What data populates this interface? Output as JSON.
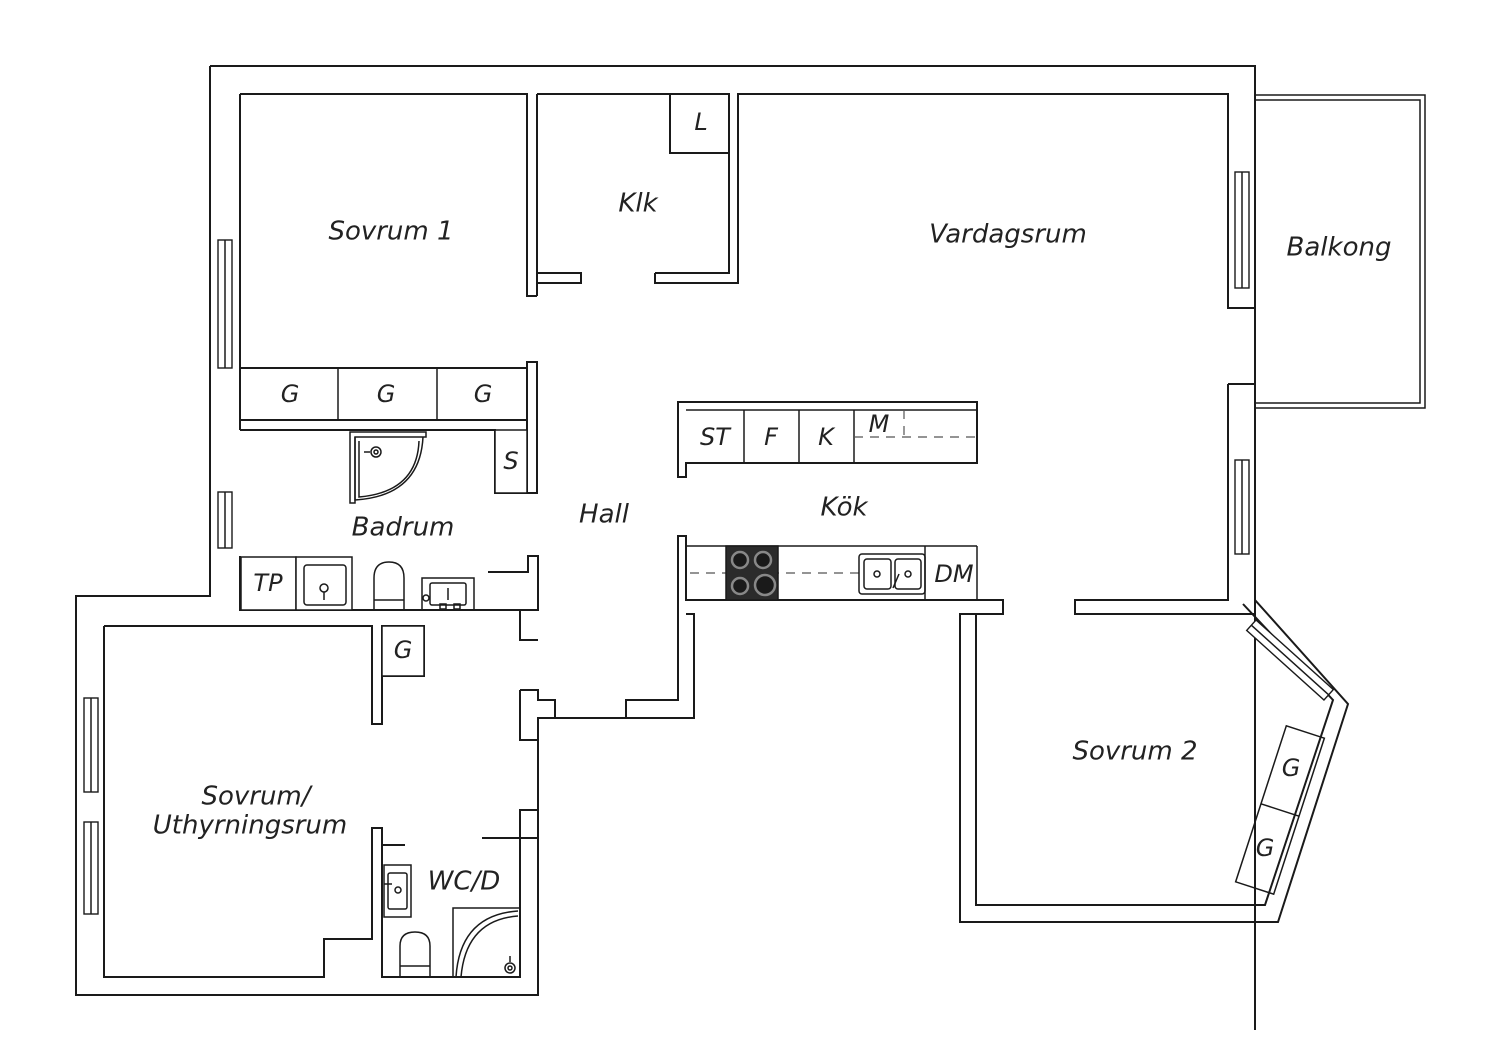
{
  "rooms": {
    "sovrum1": "Sovrum 1",
    "klk": "Klk",
    "vardagsrum": "Vardagsrum",
    "balkong": "Balkong",
    "badrum": "Badrum",
    "hall": "Hall",
    "kok": "Kök",
    "sovrum2": "Sovrum 2",
    "sovrum_uthyrning_line1": "Sovrum/",
    "sovrum_uthyrning_line2": "Uthyrningsrum",
    "wc_d": "WC/D"
  },
  "fixtures": {
    "linen": "L",
    "wardrobe": "G",
    "storage": "S",
    "dryer": "TP",
    "kitchen_st": "ST",
    "kitchen_f": "F",
    "kitchen_k": "K",
    "kitchen_m": "M",
    "dishwasher": "DM"
  }
}
